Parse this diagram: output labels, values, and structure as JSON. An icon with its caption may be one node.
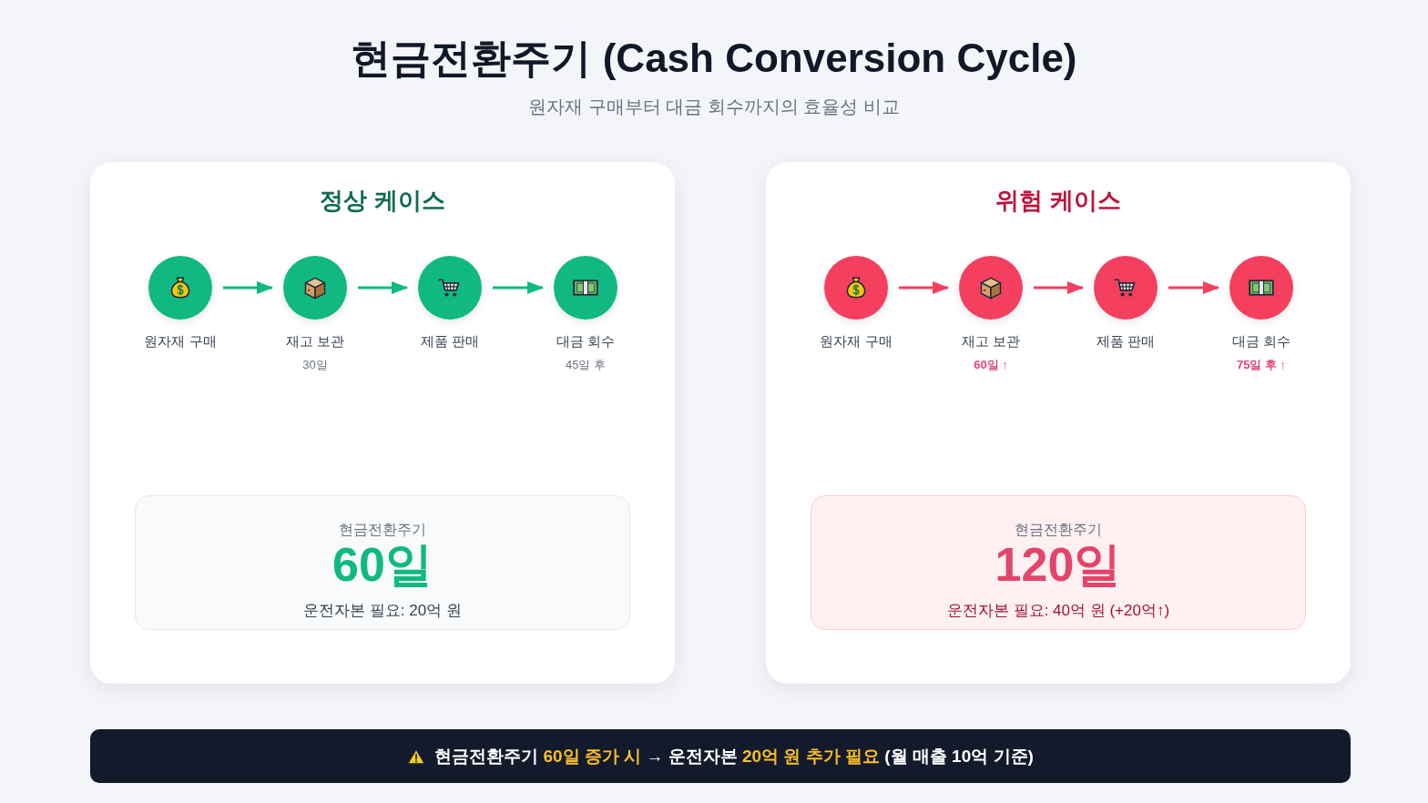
{
  "diagram": {
    "title": "현금전환주기 (Cash Conversion Cycle)",
    "nodes": [
      {
        "text": [
          "정상 케이스"
        ]
      },
      {
        "text": [],
        "shape": "circle",
        "in": 0,
        "beside": [
          "원자재 구매"
        ]
      },
      {
        "text": [],
        "shape": "circle",
        "in": 0,
        "beside": [
          "재고 보관",
          "30일"
        ]
      },
      {
        "text": [],
        "shape": "circle",
        "in": 0,
        "beside": [
          "제품 판매"
        ]
      },
      {
        "text": [],
        "shape": "circle",
        "in": 0,
        "beside": [
          "대금 회수",
          "45일 후"
        ]
      },
      {
        "text": [
          "현금전환주기",
          "60일",
          "운전자본 필요: 20억 원"
        ],
        "in": 0
      },
      {
        "text": [
          "위험 케이스"
        ]
      },
      {
        "text": [],
        "shape": "circle",
        "in": 6,
        "beside": [
          "원자재 구매"
        ]
      },
      {
        "text": [],
        "shape": "circle",
        "in": 6,
        "beside": [
          "재고 보관",
          "60일 ↑"
        ]
      },
      {
        "text": [],
        "shape": "circle",
        "in": 6,
        "beside": [
          "제품 판매"
        ]
      },
      {
        "text": [],
        "shape": "circle",
        "in": 6,
        "beside": [
          "대금 회수",
          "75일 후 ↑"
        ]
      },
      {
        "text": [
          "현금전환주기",
          "120일",
          "운전자본 필요: 40억 원 (+20억↑)"
        ],
        "in": 6
      },
      {
        "text": [
          "현금전환주기 **60일 증가 시** → 운전자본 **20억 원 추가 필요** (월 매출 10억 기준)"
        ]
      }
    ],
    "edges": [
      {
        "from": 1,
        "to": 2,
        "arrow": "to",
        "color": "#10b981"
      },
      {
        "from": 2,
        "to": 3,
        "arrow": "to",
        "color": "#10b981"
      },
      {
        "from": 3,
        "to": 4,
        "arrow": "to",
        "color": "#10b981"
      },
      {
        "from": 7,
        "to": 8,
        "arrow": "to",
        "color": "#f43f5e"
      },
      {
        "from": 8,
        "to": 9,
        "arrow": "to",
        "color": "#f43f5e"
      },
      {
        "from": 9,
        "to": 10,
        "arrow": "to",
        "color": "#f43f5e"
      }
    ],
    "labels": [
      "원자재 구매부터 대금 회수까지의 효율성 비교"
    ]
  }
}
